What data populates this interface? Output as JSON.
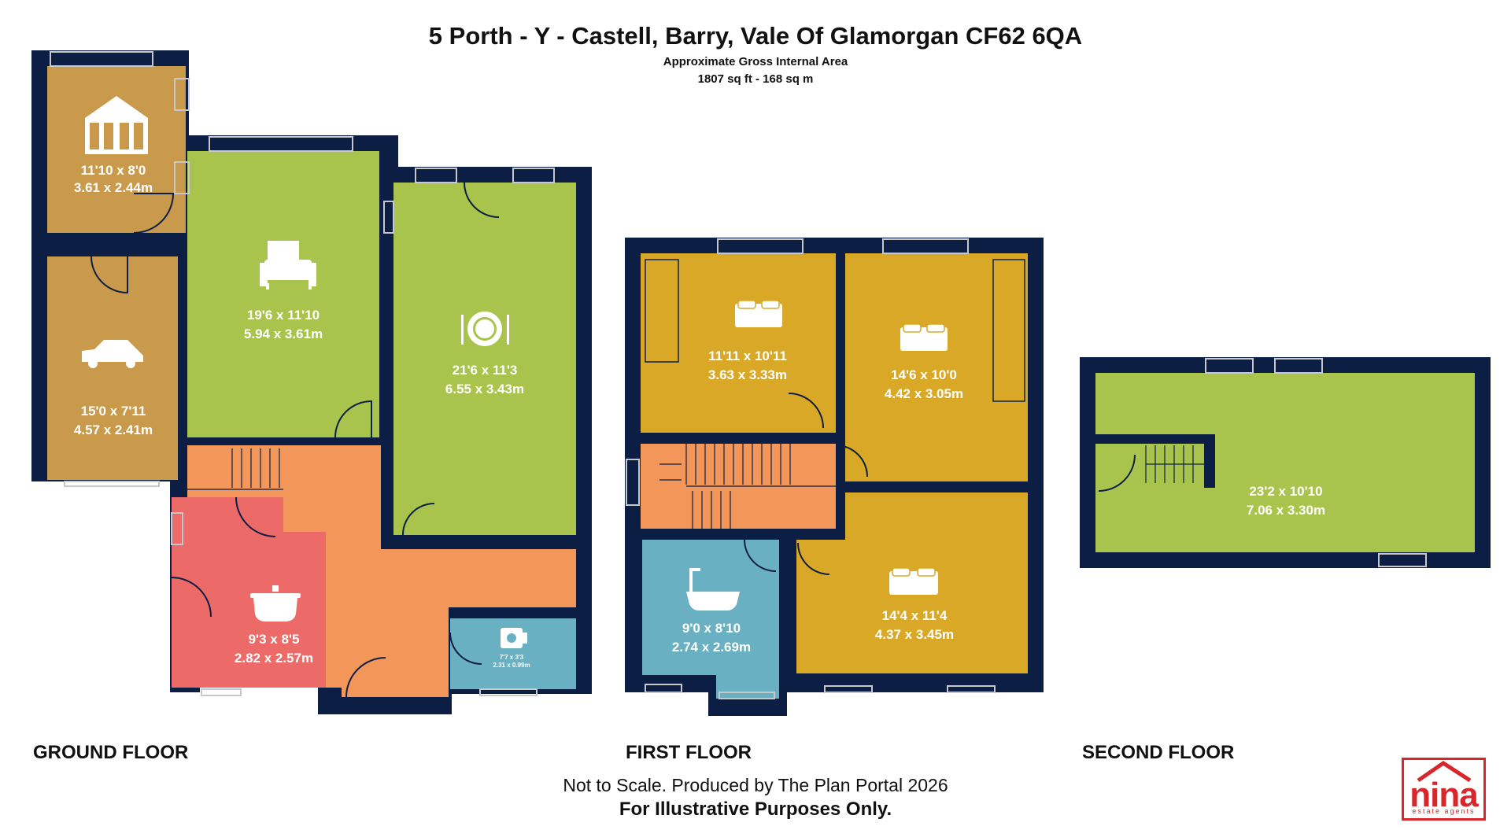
{
  "header": {
    "title": "5 Porth - Y - Castell, Barry, Vale Of Glamorgan CF62 6QA",
    "area_caption": "Approximate Gross Internal Area",
    "area_value": "1807 sq ft - 168 sq m"
  },
  "floors": {
    "ground": {
      "label": "GROUND FLOOR",
      "rooms": [
        {
          "id": "conservatory",
          "icon": "conservatory-icon",
          "imperial": "11'10 x 8'0",
          "metric": "3.61 x 2.44m"
        },
        {
          "id": "garage",
          "icon": "car-icon",
          "imperial": "15'0 x 7'11",
          "metric": "4.57 x 2.41m"
        },
        {
          "id": "living",
          "icon": "sofa-lamp-icon",
          "imperial": "19'6 x 11'10",
          "metric": "5.94 x 3.61m"
        },
        {
          "id": "dining",
          "icon": "plate-cutlery-icon",
          "imperial": "21'6 x 11'3",
          "metric": "6.55 x 3.43m"
        },
        {
          "id": "kitchen",
          "icon": "cooking-pot-icon",
          "imperial": "9'3 x 8'5",
          "metric": "2.82 x 2.57m"
        },
        {
          "id": "wc",
          "icon": "toilet-roll-icon",
          "imperial": "7'7 x 3'3",
          "metric": "2.31 x 0.99m"
        }
      ]
    },
    "first": {
      "label": "FIRST FLOOR",
      "rooms": [
        {
          "id": "bed1",
          "icon": "bed-icon",
          "imperial": "11'11 x 10'11",
          "metric": "3.63 x 3.33m"
        },
        {
          "id": "bed2",
          "icon": "bed-icon",
          "imperial": "14'6 x 10'0",
          "metric": "4.42 x 3.05m"
        },
        {
          "id": "bathroom",
          "icon": "bathtub-icon",
          "imperial": "9'0 x 8'10",
          "metric": "2.74 x 2.69m"
        },
        {
          "id": "bed3",
          "icon": "bed-icon",
          "imperial": "14'4 x 11'4",
          "metric": "4.37 x 3.45m"
        }
      ]
    },
    "second": {
      "label": "SECOND FLOOR",
      "rooms": [
        {
          "id": "loft",
          "icon": "",
          "imperial": "23'2 x 10'10",
          "metric": "7.06 x 3.30m"
        }
      ]
    }
  },
  "footer": {
    "line1": "Not to Scale. Produced by The Plan Portal 2026",
    "line2": "For Illustrative Purposes Only."
  },
  "logo": {
    "word": "nina",
    "tagline": "estate agents"
  },
  "colors": {
    "wall": "#0d1e45",
    "garage": "#c99a4b",
    "living": "#a9c44c",
    "hall": "#f3965a",
    "kitchen": "#ec6b68",
    "wet_room": "#6ab0c3",
    "bedroom": "#d9a826",
    "brand_red": "#d9262b"
  }
}
